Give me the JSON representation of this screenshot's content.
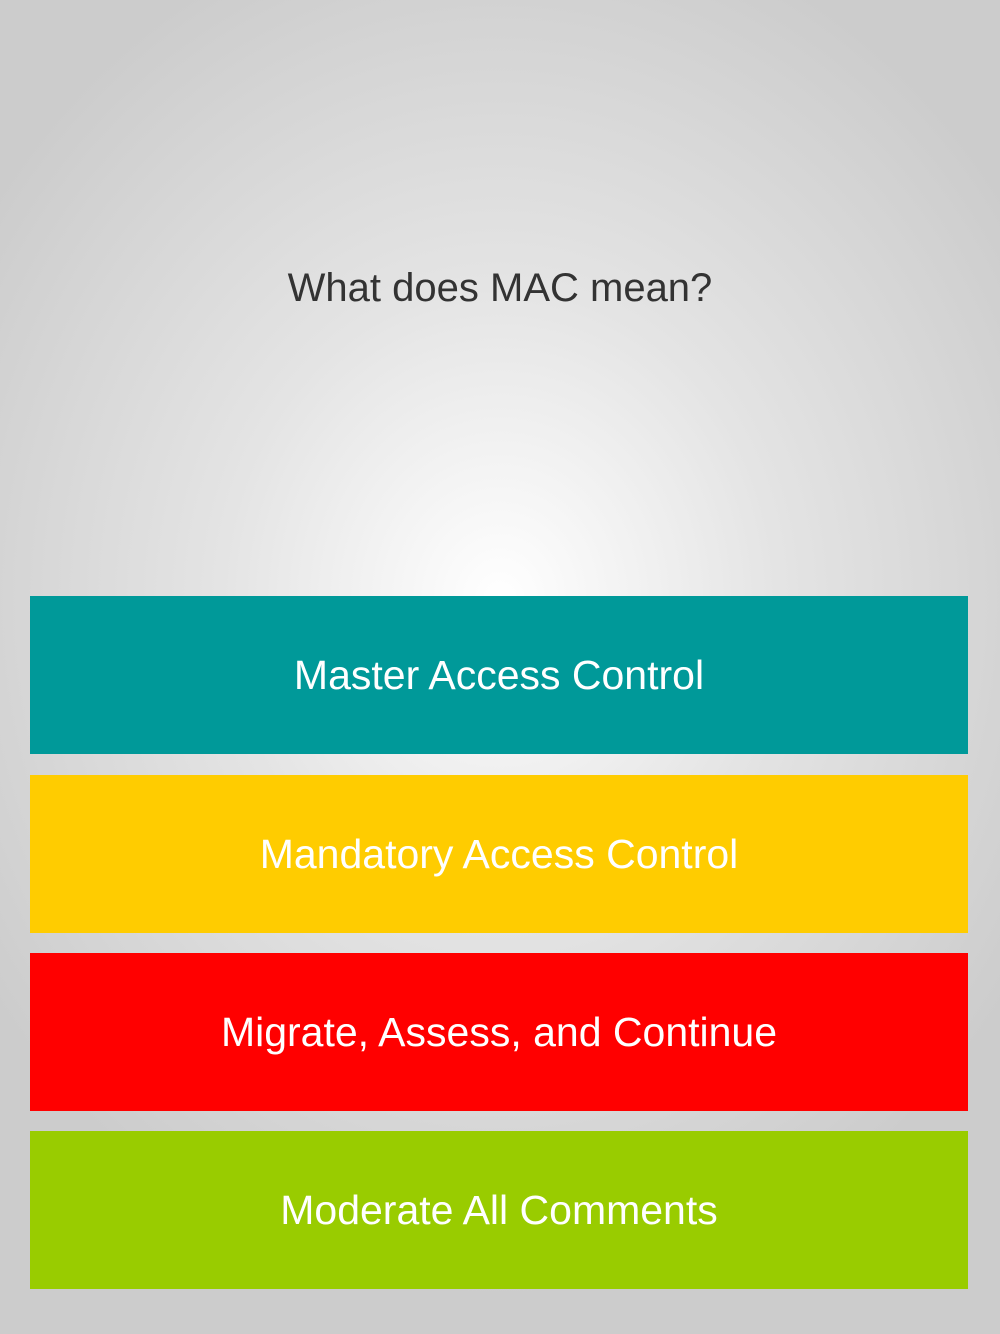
{
  "question": "What does MAC mean?",
  "answers": [
    {
      "label": "Master Access Control",
      "color": "#009999"
    },
    {
      "label": "Mandatory Access Control",
      "color": "#ffcc00"
    },
    {
      "label": "Migrate, Assess, and Continue",
      "color": "#ff0000"
    },
    {
      "label": "Moderate All Comments",
      "color": "#99cc00"
    }
  ]
}
